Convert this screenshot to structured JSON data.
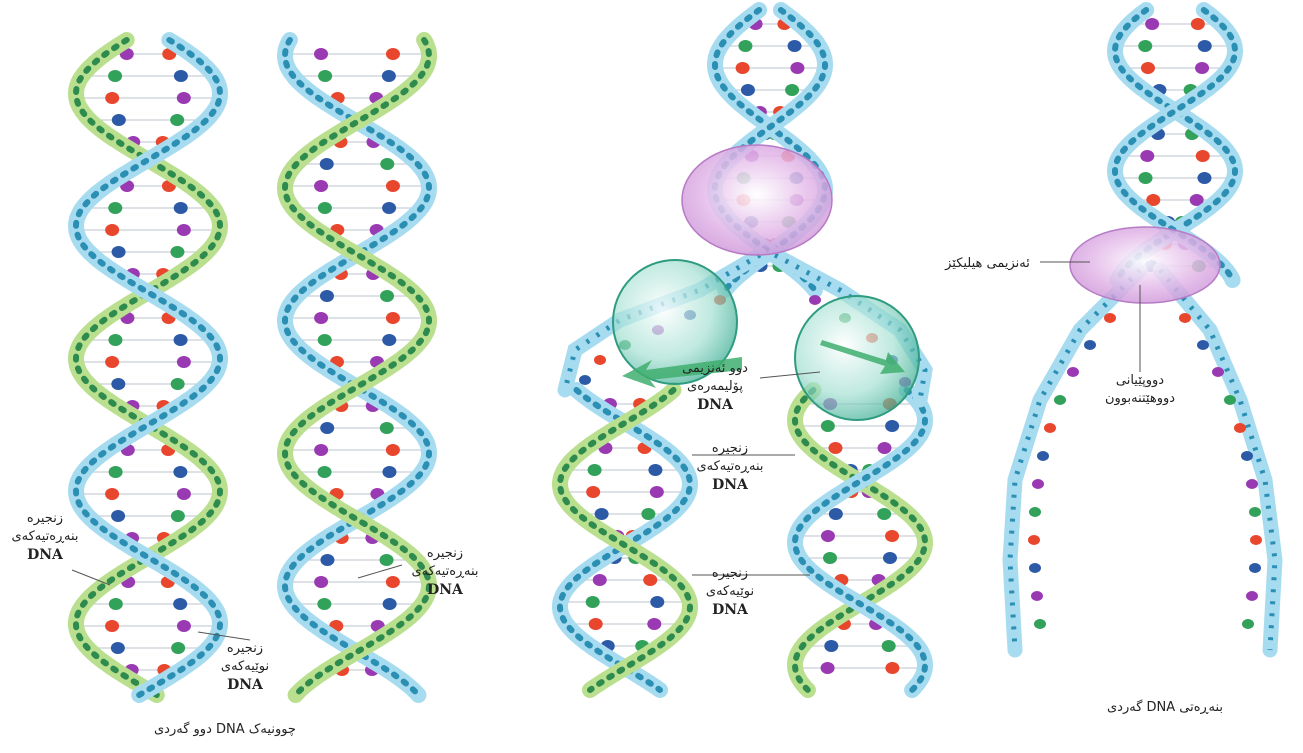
{
  "colors": {
    "strand_blue": "#2b8fb4",
    "strand_light_blue": "#a7dcf0",
    "strand_green": "#2e8b4e",
    "strand_light_green": "#b9df8f",
    "base_red": "#e8462d",
    "base_blue": "#2d5aa6",
    "base_purple": "#9a3ab3",
    "base_green": "#32a15a",
    "helicase_pink": "#e3b8e8",
    "polymerase_teal": "#9fded0"
  },
  "panels": {
    "parent": {
      "caption": "گەردی DNA بنەڕەتی",
      "helicase_label": "ئەنزیمی هیلیکێز",
      "hydrogen_bonds_label": [
        "دووپێیانی",
        "دووهێتنەبوون"
      ]
    },
    "replicating": {
      "polymerase_label": [
        "دوو ئەنزیمی",
        "پۆلیمەرەی",
        "DNA"
      ],
      "parental_strand_label": [
        "زنجیرە",
        "بنەڕەتیەکەی",
        "DNA"
      ],
      "new_strand_label": [
        "زنجیرە",
        "نوێیەکەی",
        "DNA"
      ]
    },
    "daughters": {
      "caption": "دوو گەردی DNA چوونیەک",
      "left_parental_label": [
        "زنجیرە",
        "بنەڕەتیەکەی",
        "DNA"
      ],
      "right_parental_label": [
        "زنجیرە",
        "بنەڕەتیەکەی",
        "DNA"
      ],
      "new_strand_label": [
        "زنجیرە",
        "نوێیەکەی",
        "DNA"
      ]
    }
  }
}
